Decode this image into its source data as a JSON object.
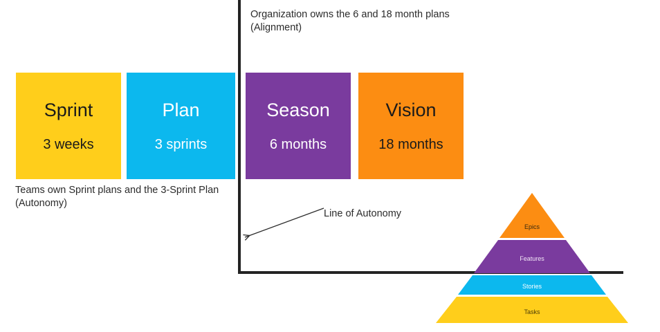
{
  "diagram": {
    "title_hidden": "",
    "colors": {
      "yellow": "#FFCE1B",
      "blue": "#0CB8EE",
      "purple": "#7A3B9E",
      "orange": "#FC8D12",
      "line": "#232323",
      "text_dark": "#1a1a1a",
      "text_light": "#ffffff",
      "caption": "#2b2b2b"
    }
  },
  "tiles": [
    {
      "name": "sprint",
      "title": "Sprint",
      "subtitle": "3 weeks",
      "fill": "#FFCE1B",
      "text": "#1a1a1a"
    },
    {
      "name": "plan",
      "title": "Plan",
      "subtitle": "3 sprints",
      "fill": "#0CB8EE",
      "text": "#ffffff"
    },
    {
      "name": "season",
      "title": "Season",
      "subtitle": "6 months",
      "fill": "#7A3B9E",
      "text": "#ffffff"
    },
    {
      "name": "vision",
      "title": "Vision",
      "subtitle": "18 months",
      "fill": "#FC8D12",
      "text": "#1a1a1a"
    }
  ],
  "captions": {
    "left": "Teams own Sprint plans and the 3-Sprint Plan\n(Autonomy)",
    "right": "Organization owns the 6 and 18 month plans\n(Alignment)"
  },
  "annotation": {
    "label": "Line of Autonomy"
  },
  "pyramid": {
    "layers": [
      {
        "name": "epics",
        "label": "Epics",
        "fill": "#FC8D12",
        "text": "#3a2a10"
      },
      {
        "name": "features",
        "label": "Features",
        "fill": "#7A3B9E",
        "text": "#f2e6f6"
      },
      {
        "name": "stories",
        "label": "Stories",
        "fill": "#0CB8EE",
        "text": "#ffffff"
      },
      {
        "name": "tasks",
        "label": "Tasks",
        "fill": "#FFCE1B",
        "text": "#4a3c08"
      }
    ]
  }
}
